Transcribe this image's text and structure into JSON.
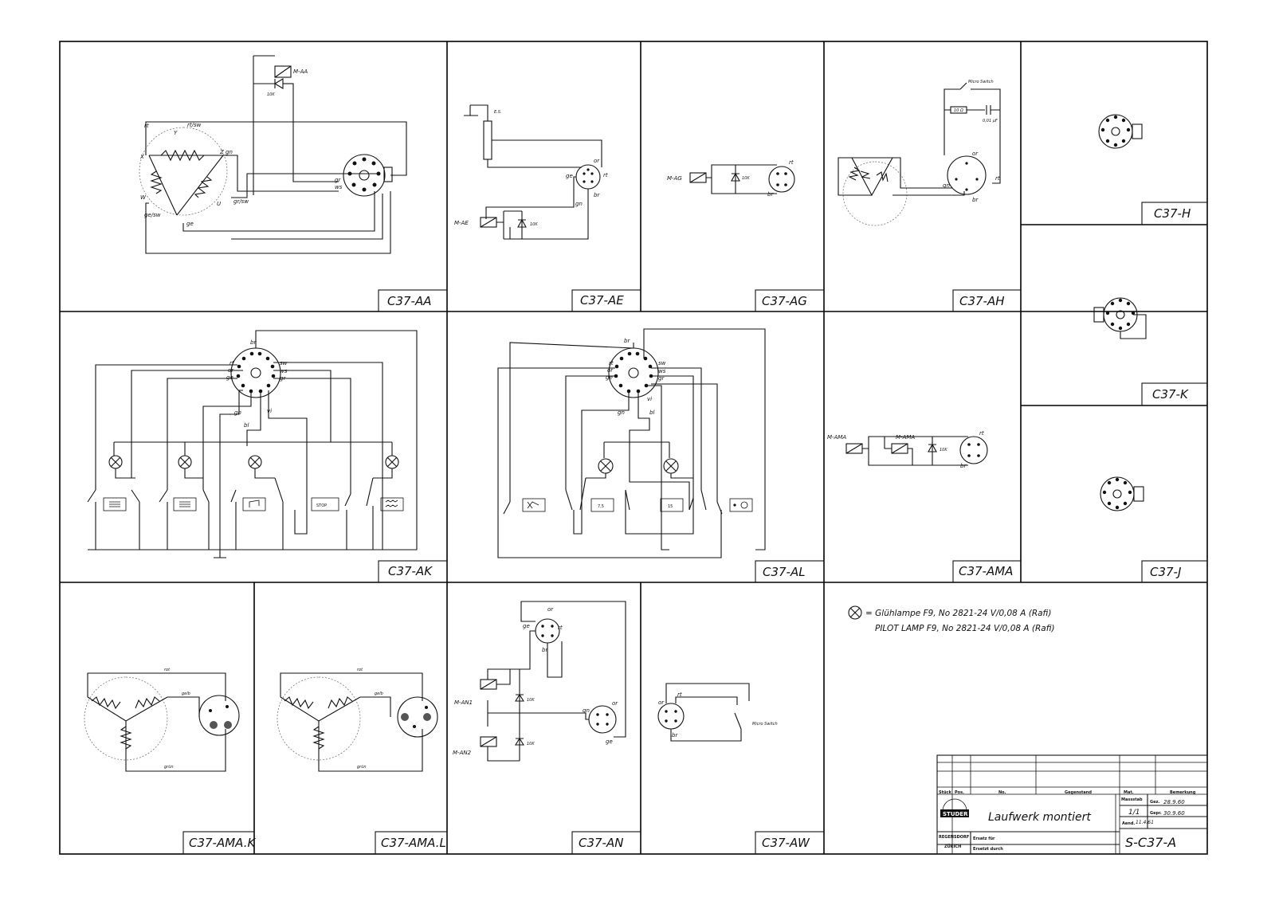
{
  "sheet": {
    "panels": [
      {
        "id": "C37-AA",
        "caption": "C37-AA"
      },
      {
        "id": "C37-AE",
        "caption": "C37-AE"
      },
      {
        "id": "C37-AG",
        "caption": "C37-AG"
      },
      {
        "id": "C37-AH",
        "caption": "C37-AH"
      },
      {
        "id": "C37-H",
        "caption": "C37-H"
      },
      {
        "id": "C37-K",
        "caption": "C37-K"
      },
      {
        "id": "C37-J",
        "caption": "C37-J"
      },
      {
        "id": "C37-AK",
        "caption": "C37-AK"
      },
      {
        "id": "C37-AL",
        "caption": "C37-AL"
      },
      {
        "id": "C37-AMA",
        "caption": "C37-AMA"
      },
      {
        "id": "C37-AMA.K",
        "caption": "C37-AMA.K"
      },
      {
        "id": "C37-AMA.L",
        "caption": "C37-AMA.L"
      },
      {
        "id": "C37-AN",
        "caption": "C37-AN"
      },
      {
        "id": "C37-AW",
        "caption": "C37-AW"
      }
    ]
  },
  "labels": {
    "m_aa": "M-AA",
    "r10k": "10K",
    "rt_sw": "rt/sw",
    "rt": "rt",
    "y": "Y",
    "x": "X",
    "z_gn": "Z gn",
    "w": "W",
    "u": "U",
    "ge_sw": "ge/sw",
    "gr_sw": "gr/sw",
    "ge": "ge",
    "gr": "gr",
    "ws": "ws",
    "es": "E.S.",
    "or": "or",
    "br": "br",
    "gn": "gn",
    "m_ae": "M-AE",
    "m_ag": "M-AG",
    "micro_switch": "Micro Switch",
    "ohm": "10 Ω",
    "cap": "0,01 µF",
    "sw": "sw",
    "vi": "vi",
    "bl": "bl",
    "stop": "STOP",
    "s75": "7,5",
    "s15": "15",
    "m_ama": "M-AMA",
    "rot": "rot",
    "gelb": "gelb",
    "grun": "grün",
    "m_an1": "M-AN1",
    "m_an2": "M-AN2"
  },
  "legend": {
    "line1": "= Glühlampe F9, No 2821-24 V/0,08 A  (Rafi)",
    "line2": "PILOT LAMP  F9, No 2821-24 V/0,08 A  (Rafi)"
  },
  "title_block": {
    "col_stuck": "Stück",
    "col_pos": "Pos.",
    "col_no": "No.",
    "col_gegenstand": "Gegenstand",
    "col_mat": "Mat.",
    "col_bemerkung": "Bemerkung",
    "logo": "STUDER",
    "city1": "REGENSDORF",
    "city2": "ZÜRICH",
    "title": "Laufwerk montiert",
    "massstab_label": "Massstab",
    "massstab": "1/1",
    "gez_label": "Gez.",
    "gez": "28.9.60",
    "gepr_label": "Gepr.",
    "gepr": "30.9.60",
    "aend_label": "Aend.",
    "aend": "11.4.61",
    "ersatz_fur": "Ersatz für",
    "ersetzt_durch": "Ersetzt durch",
    "drawing_no": "S-C37-A"
  }
}
